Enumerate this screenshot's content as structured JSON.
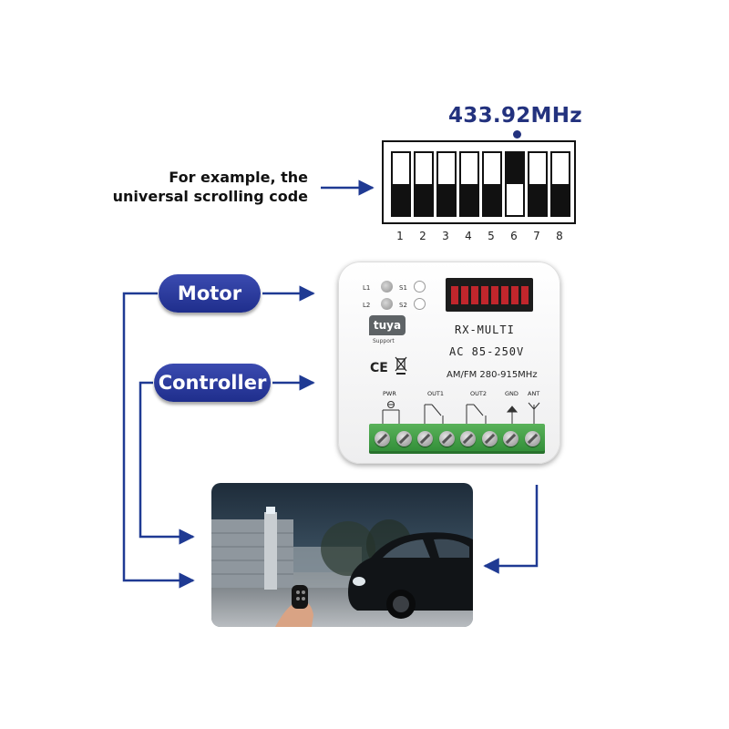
{
  "frequency_label": "433.92MHz",
  "example_text": [
    "For example, the",
    "universal scrolling code"
  ],
  "dip_switch": {
    "numbers": [
      "1",
      "2",
      "3",
      "4",
      "5",
      "6",
      "7",
      "8"
    ],
    "positions": [
      "down",
      "down",
      "down",
      "down",
      "down",
      "up",
      "down",
      "down"
    ]
  },
  "labels": {
    "motor": "Motor",
    "controller": "Controller"
  },
  "device": {
    "led_labels": [
      "L1",
      "L2"
    ],
    "button_labels": [
      "S1",
      "S2"
    ],
    "brand": "tuya",
    "brand_sub": "Support",
    "model": "RX-MULTI",
    "voltage": "AC 85-250V",
    "frequency_range": "AM/FM 280-915MHz",
    "cert": "CE",
    "terminal_labels": [
      "PWR",
      "OUT1",
      "OUT2",
      "GND",
      "ANT"
    ]
  },
  "colors": {
    "accent": "#23327e",
    "arrow": "#1f3a93",
    "pill": "#26358f",
    "terminal": "#3e9d44"
  },
  "icons": [
    "arrow-right-icon",
    "arrow-left-icon",
    "recycle-bin-crossed-icon",
    "antenna-icon",
    "ground-icon",
    "relay-switch-icon",
    "fuse-icon",
    "remote-control-icon"
  ]
}
